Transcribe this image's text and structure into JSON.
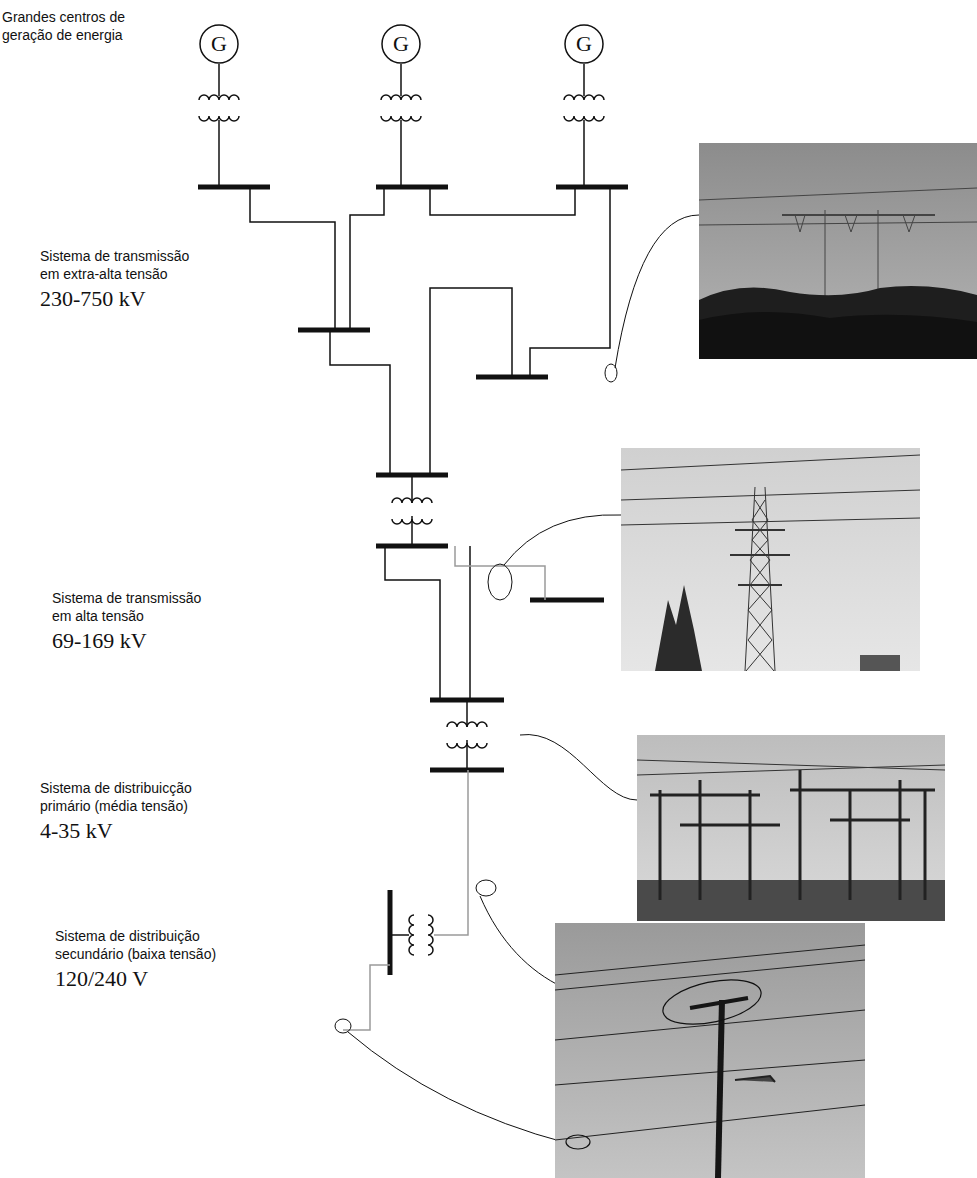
{
  "diagram": {
    "nodes": [
      {
        "text": [
          "G"
        ]
      },
      {
        "text": [
          "G"
        ]
      },
      {
        "text": [
          "G"
        ]
      }
    ],
    "labels": [
      "Grandes centros de geração de energia",
      "Sistema de transmissão em extra-alta tensão",
      "230-750 kV",
      "Sistema de transmissão em alta tensão",
      "69-169 kV",
      "Sistema de distribuicção primário (média tensão)",
      "4-35 kV",
      "Sistema de distribuição secundário (baixa tensão)",
      "120/240 V"
    ]
  }
}
